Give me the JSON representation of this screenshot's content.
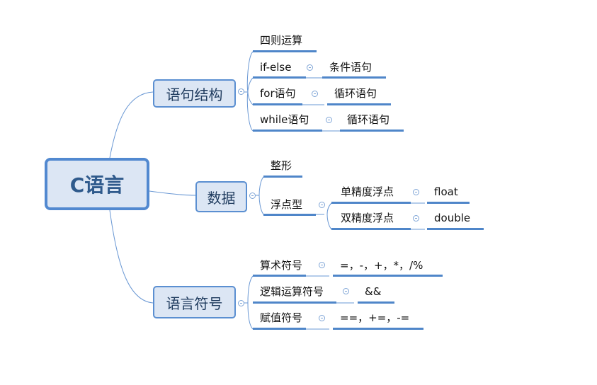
{
  "root": {
    "label": "C语言"
  },
  "branches": [
    {
      "label": "语句结构",
      "children": [
        {
          "label": "四则运算"
        },
        {
          "label": "if-else",
          "child": "条件语句"
        },
        {
          "label": "for语句",
          "child": "循环语句"
        },
        {
          "label": "while语句",
          "child": "循环语句"
        }
      ]
    },
    {
      "label": "数据",
      "children": [
        {
          "label": "整形"
        },
        {
          "label": "浮点型",
          "children": [
            {
              "label": "单精度浮点",
              "child": "float"
            },
            {
              "label": "双精度浮点",
              "child": "double"
            }
          ]
        }
      ]
    },
    {
      "label": "语言符号",
      "children": [
        {
          "label": "算术符号",
          "child": "=，-，+，*，/%"
        },
        {
          "label": "逻辑运算符号",
          "child": "&&"
        },
        {
          "label": "赋值符号",
          "child": "==，+=，-="
        }
      ]
    }
  ],
  "colors": {
    "line": "#4f86c9",
    "node_fill": "#dce6f4",
    "root_border": "#5289d0"
  }
}
